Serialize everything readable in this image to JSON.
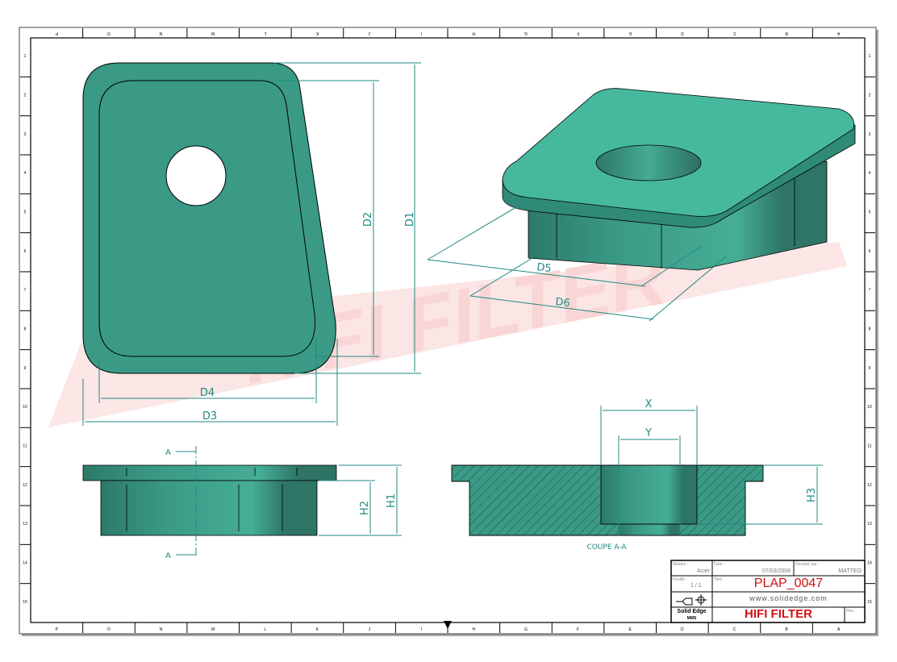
{
  "watermark": "HIFI FILTER",
  "border": {
    "columns": [
      "P",
      "O",
      "N",
      "M",
      "L",
      "K",
      "J",
      "I",
      "H",
      "G",
      "F",
      "E",
      "D",
      "C",
      "B",
      "A"
    ],
    "rows": [
      "1",
      "2",
      "3",
      "4",
      "5",
      "6",
      "7",
      "8",
      "9",
      "10",
      "11",
      "12",
      "13",
      "14",
      "15"
    ]
  },
  "dimensions": {
    "d1": "D1",
    "d2": "D2",
    "d3": "D3",
    "d4": "D4",
    "d5": "D5",
    "d6": "D6",
    "h1": "H1",
    "h2": "H2",
    "h3": "H3",
    "x": "X",
    "y": "Y"
  },
  "section": {
    "marker": "A",
    "marker_bottom": "A",
    "caption": "COUPE A-A"
  },
  "title_block": {
    "material_label": "Matière :",
    "material": "Acier",
    "date_label": "Date :",
    "date": "07/03/2008",
    "drawn_by_label": "Dessiné par :",
    "drawn_by": "MATTEO",
    "scale_label": "Feuille :",
    "scale": "1 / 1",
    "title_label": "Titre :",
    "part_number": "PLAP_0047",
    "website": "www.solidedge.com",
    "software": "Solid Edge",
    "software_sub": "MMS",
    "company": "HIFI FILTER",
    "file_label": "Rév. :"
  },
  "colors": {
    "part": "#3a9a86",
    "part_dark": "#2e6f63",
    "dimension": "#1f8a80",
    "title_red": "#d01010"
  }
}
